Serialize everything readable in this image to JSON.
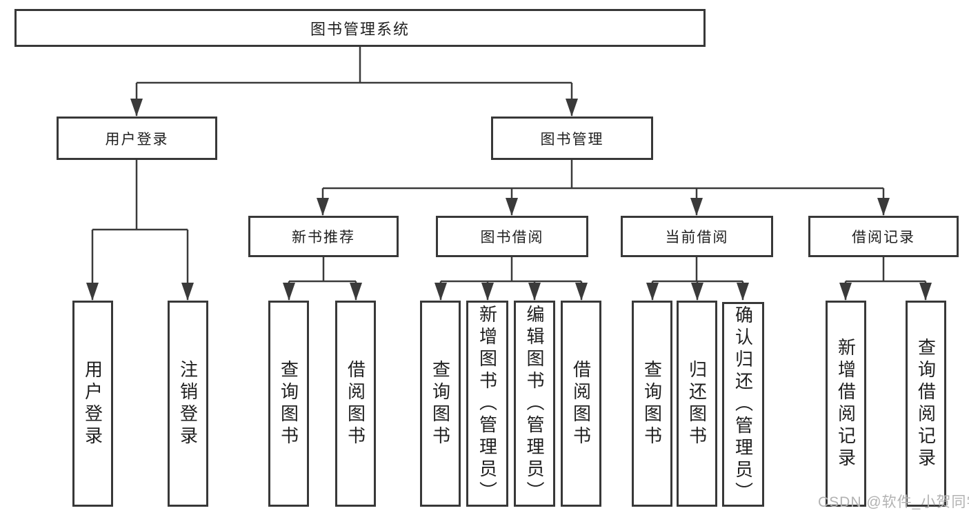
{
  "diagram": {
    "root": {
      "label": "图书管理系统"
    },
    "level2": [
      {
        "label": "用户登录",
        "children": [
          "用户登录",
          "注销登录"
        ]
      },
      {
        "label": "图书管理"
      }
    ],
    "level3": [
      {
        "label": "新书推荐",
        "children": [
          "查询图书",
          "借阅图书"
        ]
      },
      {
        "label": "图书借阅",
        "children": [
          "查询图书",
          "新增图书（管理员）",
          "编辑图书（管理员）",
          "借阅图书"
        ]
      },
      {
        "label": "当前借阅",
        "children": [
          "查询图书",
          "归还图书",
          "确认归还（管理员）"
        ]
      },
      {
        "label": "借阅记录",
        "children": [
          "新增借阅记录",
          "查询借阅记录"
        ]
      }
    ]
  },
  "watermark": "CSDN @软件_小贺同学",
  "colors": {
    "line": "#3a3a3a",
    "box_border": "#383838",
    "text": "#1f1f1f",
    "background": "#ffffff",
    "watermark": "#b2b2b2"
  }
}
